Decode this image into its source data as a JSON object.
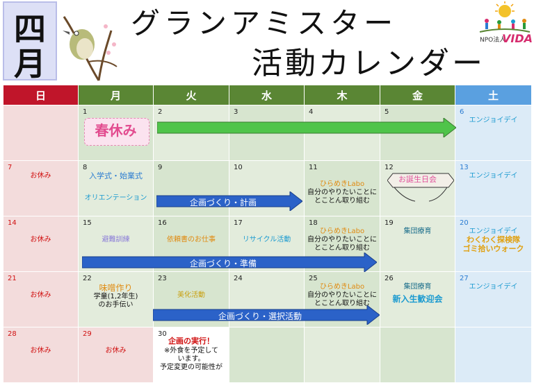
{
  "month_char_1": "四",
  "month_char_2": "月",
  "title_line1": "グランアミスター",
  "title_line2": "活動カレンダー",
  "logo": {
    "org": "NPO法人",
    "name": "VIDA"
  },
  "weekdays": [
    "日",
    "月",
    "火",
    "水",
    "木",
    "金",
    "土"
  ],
  "week1": {
    "mon": "1",
    "tue": "2",
    "wed": "3",
    "thu": "4",
    "fri": "5",
    "sat": "6",
    "mon_badge": "春休み",
    "sat_text": "エンジョイデイ"
  },
  "week2": {
    "sun": "7",
    "mon": "8",
    "tue": "9",
    "wed": "10",
    "thu": "11",
    "fri": "12",
    "sat": "13",
    "sun_text": "お休み",
    "mon_text1": "入学式・始業式",
    "mon_text2": "オリエンテーション",
    "thu_title": "ひらめきLabo",
    "thu_text": "自分のやりたいことにとことん取り組む",
    "fri_banner": "お誕生日会",
    "sat_text": "エンジョイデイ",
    "arrow": "企画づくり・計画"
  },
  "week3": {
    "sun": "14",
    "mon": "15",
    "tue": "16",
    "wed": "17",
    "thu": "18",
    "fri": "19",
    "sat": "20",
    "sun_text": "お休み",
    "mon_text": "避難訓練",
    "tue_text": "依頼書のお仕事",
    "wed_text": "リサイクル活動",
    "thu_title": "ひらめきLabo",
    "thu_text": "自分のやりたいことにとことん取り組む",
    "fri_text": "集団療育",
    "sat_text1": "エンジョイデイ",
    "sat_text2": "わくわく探検隊",
    "sat_text3": "ゴミ拾いウォーク",
    "arrow": "企画づくり・準備"
  },
  "week4": {
    "sun": "21",
    "mon": "22",
    "tue": "23",
    "wed": "24",
    "thu": "25",
    "fri": "26",
    "sat": "27",
    "sun_text": "お休み",
    "mon_title": "味噌作り",
    "mon_text1": "学童(1,2年生)",
    "mon_text2": "のお手伝い",
    "tue_text": "美化活動",
    "thu_title": "ひらめきLabo",
    "thu_text": "自分のやりたいことにとことん取り組む",
    "fri_text1": "集団療育",
    "fri_text2": "新入生歓迎会",
    "sat_text": "エンジョイデイ",
    "arrow": "企画づくり・選択活動"
  },
  "week5": {
    "sun": "28",
    "mon": "29",
    "tue": "30",
    "sun_text": "お休み",
    "mon_text": "お休み",
    "tue_title": "企画の実行！",
    "tue_text1": "※外食を予定して",
    "tue_text2": "います。",
    "tue_text3": "予定変更の可能性が"
  }
}
